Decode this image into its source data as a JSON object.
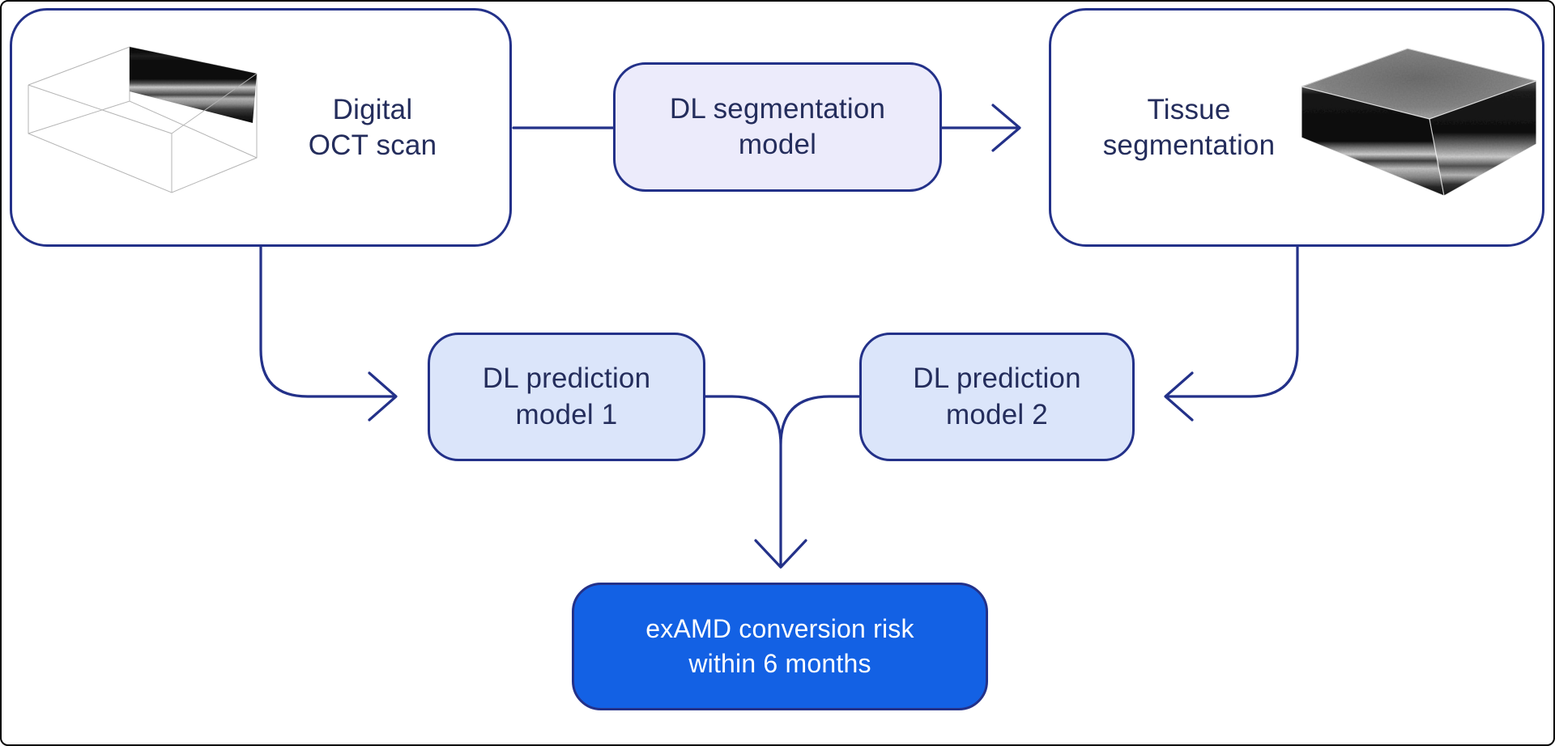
{
  "diagram": {
    "description": "Deep learning OCT analysis pipeline flowchart",
    "nodes": {
      "oct": {
        "line1": "Digital",
        "line2": "OCT scan"
      },
      "seg_model": {
        "line1": "DL segmentation",
        "line2": "model"
      },
      "tissue": {
        "line1": "Tissue",
        "line2": "segmentation"
      },
      "pred1": {
        "line1": "DL prediction",
        "line2": "model 1"
      },
      "pred2": {
        "line1": "DL prediction",
        "line2": "model 2"
      },
      "result": {
        "line1": "exAMD conversion risk",
        "line2": "within 6 months"
      }
    },
    "images": {
      "oct_volume": "oct-volume-wireframe-with-bscan-slice",
      "tissue_volume": "segmented-tissue-3d-volume-block"
    },
    "connectors": [
      "oct-to-seg-model",
      "seg-model-to-tissue",
      "oct-to-pred-model-1",
      "tissue-to-pred-model-2",
      "pred-models-merge-to-result"
    ],
    "colors": {
      "line_navy": "#233189",
      "text_navy": "#242d5c",
      "node_white": "#ffffff",
      "node_lavender": "#ecebfb",
      "node_lightblue": "#dbe5fa",
      "node_blue": "#1361e4",
      "result_text": "#ffffff",
      "canvas_border": "#000000"
    }
  }
}
